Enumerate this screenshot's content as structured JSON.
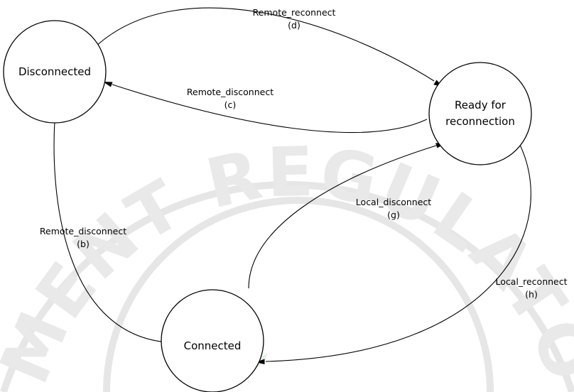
{
  "states": {
    "disconnected": {
      "label": "Disconnected"
    },
    "ready": {
      "label_line1": "Ready for",
      "label_line2": "reconnection"
    },
    "connected": {
      "label": "Connected"
    }
  },
  "transitions": {
    "d": {
      "name": "Remote_reconnect",
      "code": "(d)"
    },
    "c": {
      "name": "Remote_disconnect",
      "code": "(c)"
    },
    "b": {
      "name": "Remote_disconnect",
      "code": "(b)"
    },
    "g": {
      "name": "Local_disconnect",
      "code": "(g)"
    },
    "h": {
      "name": "Local_reconnect",
      "code": "(h)"
    }
  },
  "watermark": {
    "text": "MENT REGULATO",
    "colors": {
      "text": "#e9e9e9",
      "ring": "#e6e6e6",
      "crescent": "#e3f2e3"
    }
  },
  "colors": {
    "line": "#000000",
    "background": "#ffffff"
  }
}
